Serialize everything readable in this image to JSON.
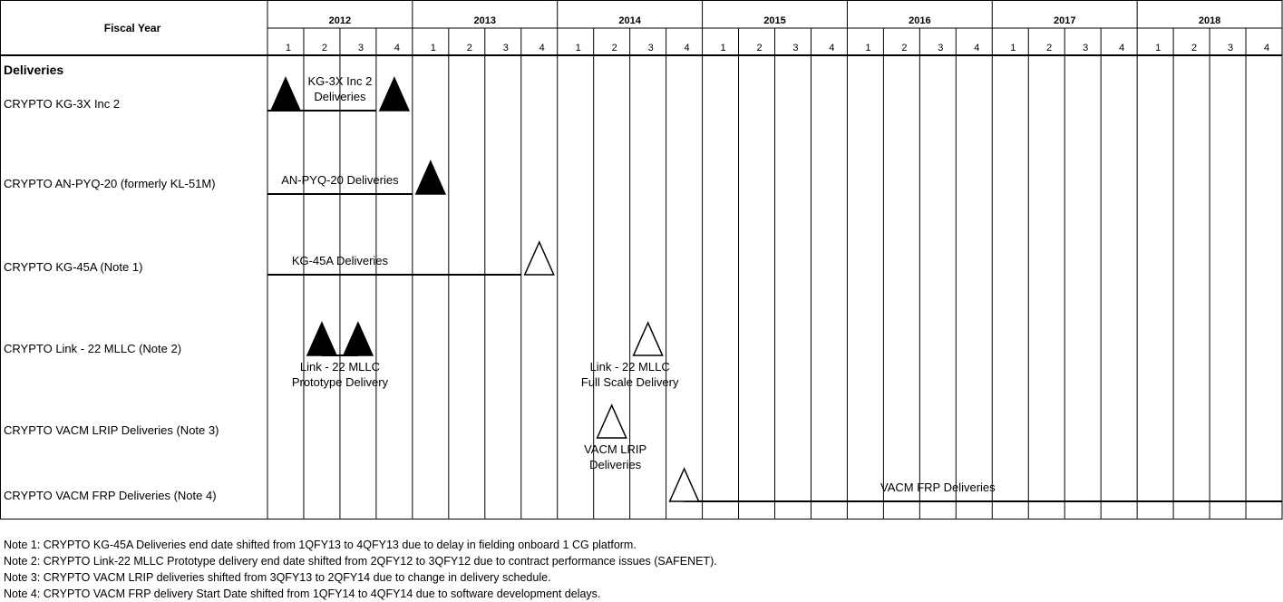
{
  "header": {
    "fiscal_year_label": "Fiscal Year"
  },
  "section_title": "Deliveries",
  "chart_data": {
    "type": "schedule",
    "years": [
      "2012",
      "2013",
      "2014",
      "2015",
      "2016",
      "2017",
      "2018"
    ],
    "quarters": [
      "1",
      "2",
      "3",
      "4"
    ],
    "rows": [
      {
        "label": "CRYPTO KG-3X Inc 2",
        "bar": {
          "start": 0.0,
          "end": 3.0
        },
        "bar_label": [
          "KG-3X Inc 2",
          "Deliveries"
        ],
        "bar_label_pos": "above",
        "bar_label_center": 2.0,
        "milestones": [
          {
            "q": 0.5,
            "filled": true
          },
          {
            "q": 3.5,
            "filled": true
          }
        ]
      },
      {
        "label": "CRYPTO AN-PYQ-20 (formerly KL-51M)",
        "bar": {
          "start": 0.0,
          "end": 4.0
        },
        "bar_label": [
          "AN-PYQ-20  Deliveries"
        ],
        "bar_label_pos": "above",
        "bar_label_center": 2.0,
        "milestones": [
          {
            "q": 4.5,
            "filled": true
          }
        ]
      },
      {
        "label": "CRYPTO KG-45A (Note 1)",
        "bar": {
          "start": 0.0,
          "end": 7.0
        },
        "bar_label": [
          "KG-45A Deliveries"
        ],
        "bar_label_pos": "above",
        "bar_label_center": 2.0,
        "milestones": [
          {
            "q": 7.5,
            "filled": false
          }
        ]
      },
      {
        "label": "CRYPTO Link - 22 MLLC (Note 2)",
        "bar": {
          "start": 1.5,
          "end": 2.5
        },
        "milestones": [
          {
            "q": 1.5,
            "filled": true
          },
          {
            "q": 2.5,
            "filled": true
          },
          {
            "q": 10.5,
            "filled": false
          }
        ],
        "labels_below": [
          {
            "center": 2.0,
            "lines": [
              "Link - 22 MLLC",
              "Prototype Delivery"
            ]
          },
          {
            "center": 10.0,
            "lines": [
              "Link - 22 MLLC",
              "Full Scale  Delivery"
            ]
          }
        ]
      },
      {
        "label": "CRYPTO VACM LRIP Deliveries (Note 3)",
        "milestones": [
          {
            "q": 9.5,
            "filled": false
          }
        ],
        "labels_below": [
          {
            "center": 9.6,
            "lines": [
              "VACM LRIP",
              "Deliveries"
            ]
          }
        ]
      },
      {
        "label": "CRYPTO VACM FRP Deliveries (Note 4)",
        "bar": {
          "start": 11.5,
          "end": 28.0
        },
        "bar_label": [
          "VACM FRP Deliveries"
        ],
        "bar_label_pos": "above",
        "bar_label_center": 18.5,
        "milestones": [
          {
            "q": 11.5,
            "filled": false
          }
        ]
      }
    ]
  },
  "notes": [
    "Note 1: CRYPTO KG-45A Deliveries end date shifted from 1QFY13 to 4QFY13 due to delay in fielding onboard 1 CG platform.",
    "Note 2: CRYPTO Link-22 MLLC Prototype delivery end date shifted from 2QFY12 to 3QFY12 due to contract performance issues (SAFENET).",
    "Note 3: CRYPTO VACM LRIP deliveries shifted from 3QFY13 to 2QFY14 due to change in delivery schedule.",
    "Note 4: CRYPTO VACM FRP delivery Start Date shifted from 1QFY14 to 4QFY14 due to software development delays."
  ]
}
